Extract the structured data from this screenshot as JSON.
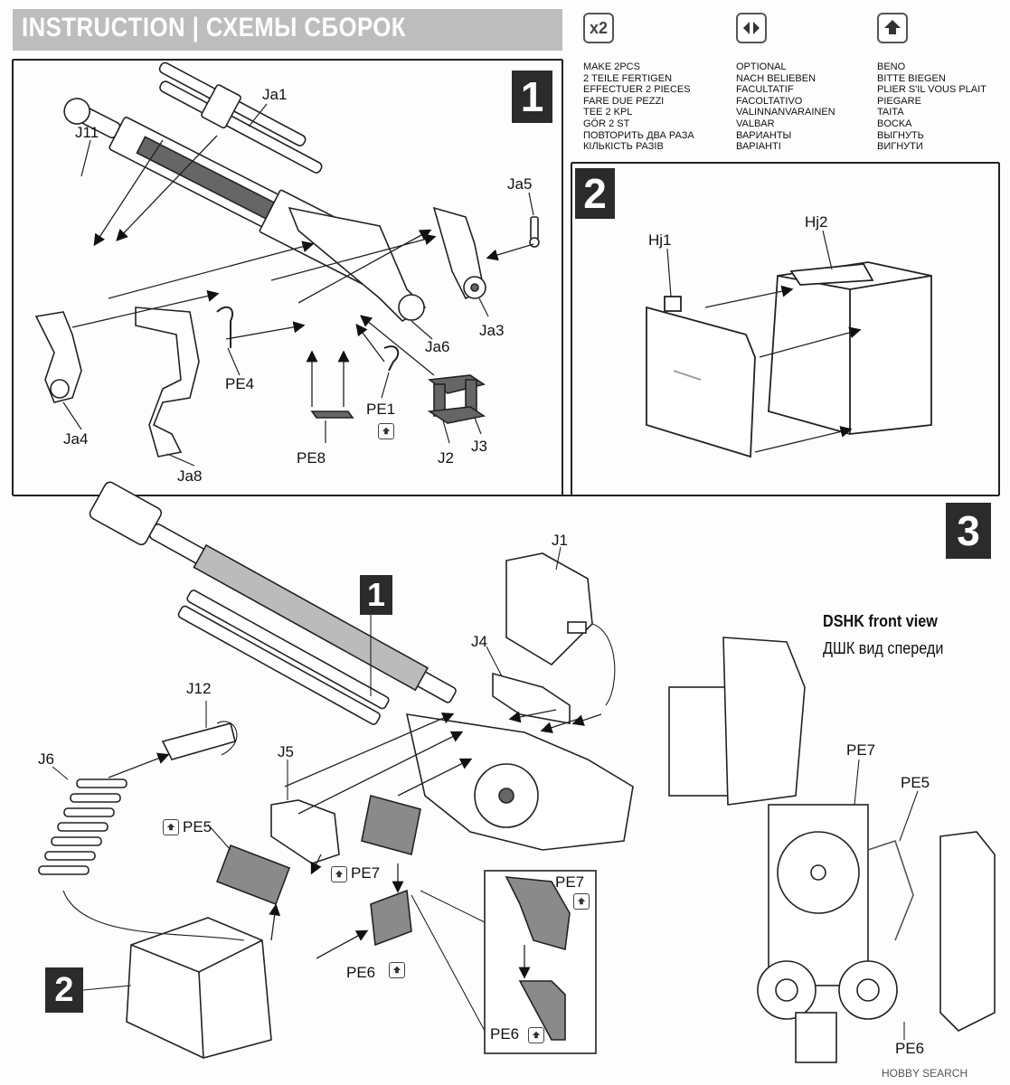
{
  "header": {
    "title": "INSTRUCTION  |  СХЕМЫ СБОРОК"
  },
  "legend": {
    "make": {
      "icon_text": "x2",
      "lines": [
        "MAKE 2pcs",
        "2 TEILE FERTIGEN",
        "EFFECTUER 2 PIECES",
        "FARE DUE PEZZI",
        "TEE 2 KPL",
        "GÖR 2 ST",
        "ПОВТОРИТЬ ДВА РАЗА",
        "КІЛЬКІСТЬ РАЗІВ"
      ]
    },
    "optional": {
      "lines": [
        "OPTIONAL",
        "NACH BELIEBEN",
        "FACULTATIF",
        "FACOLTATIVO",
        "VALINNANVARAINEN",
        "VALBAR",
        "ВАРИАНТЫ",
        "ВАРІАНТІ"
      ]
    },
    "bend": {
      "lines": [
        "BENO",
        "BITTE BIEGEN",
        "PLIER S'IL VOUS PLAIT",
        "PIEGARE",
        "TAITA",
        "BOCKA",
        "ВЫГНУТЬ",
        "ВИГНУТИ"
      ]
    }
  },
  "steps": {
    "s1": "1",
    "s2": "2",
    "s3": "3",
    "ref1": "1",
    "ref2": "2"
  },
  "labels1": {
    "ja1": "Ja1",
    "j11": "J11",
    "ja5": "Ja5",
    "ja3": "Ja3",
    "ja6": "Ja6",
    "pe4": "PE4",
    "pe1": "PE1",
    "ja4": "Ja4",
    "pe8": "PE8",
    "j2": "J2",
    "j3": "J3",
    "ja8": "Ja8"
  },
  "labels2": {
    "hj1": "Hj1",
    "hj2": "Hj2"
  },
  "labels3": {
    "j1": "J1",
    "j4": "J4",
    "j12": "J12",
    "j6": "J6",
    "j5": "J5",
    "pe5": "PE5",
    "pe7": "PE7",
    "pe6": "PE6",
    "pe7b": "PE7",
    "pe6b": "PE6",
    "fv_pe7": "PE7",
    "fv_pe5": "PE5",
    "fv_pe6": "PE6"
  },
  "front_view": {
    "title": "DSHK front view",
    "subtitle": "ДШК вид спереди"
  },
  "watermark": "HOBBY SEARCH",
  "colors": {
    "step_box": "#2b2b2b",
    "header_bar": "#bdbdbd",
    "pe_fill": "#8a8a8a"
  }
}
